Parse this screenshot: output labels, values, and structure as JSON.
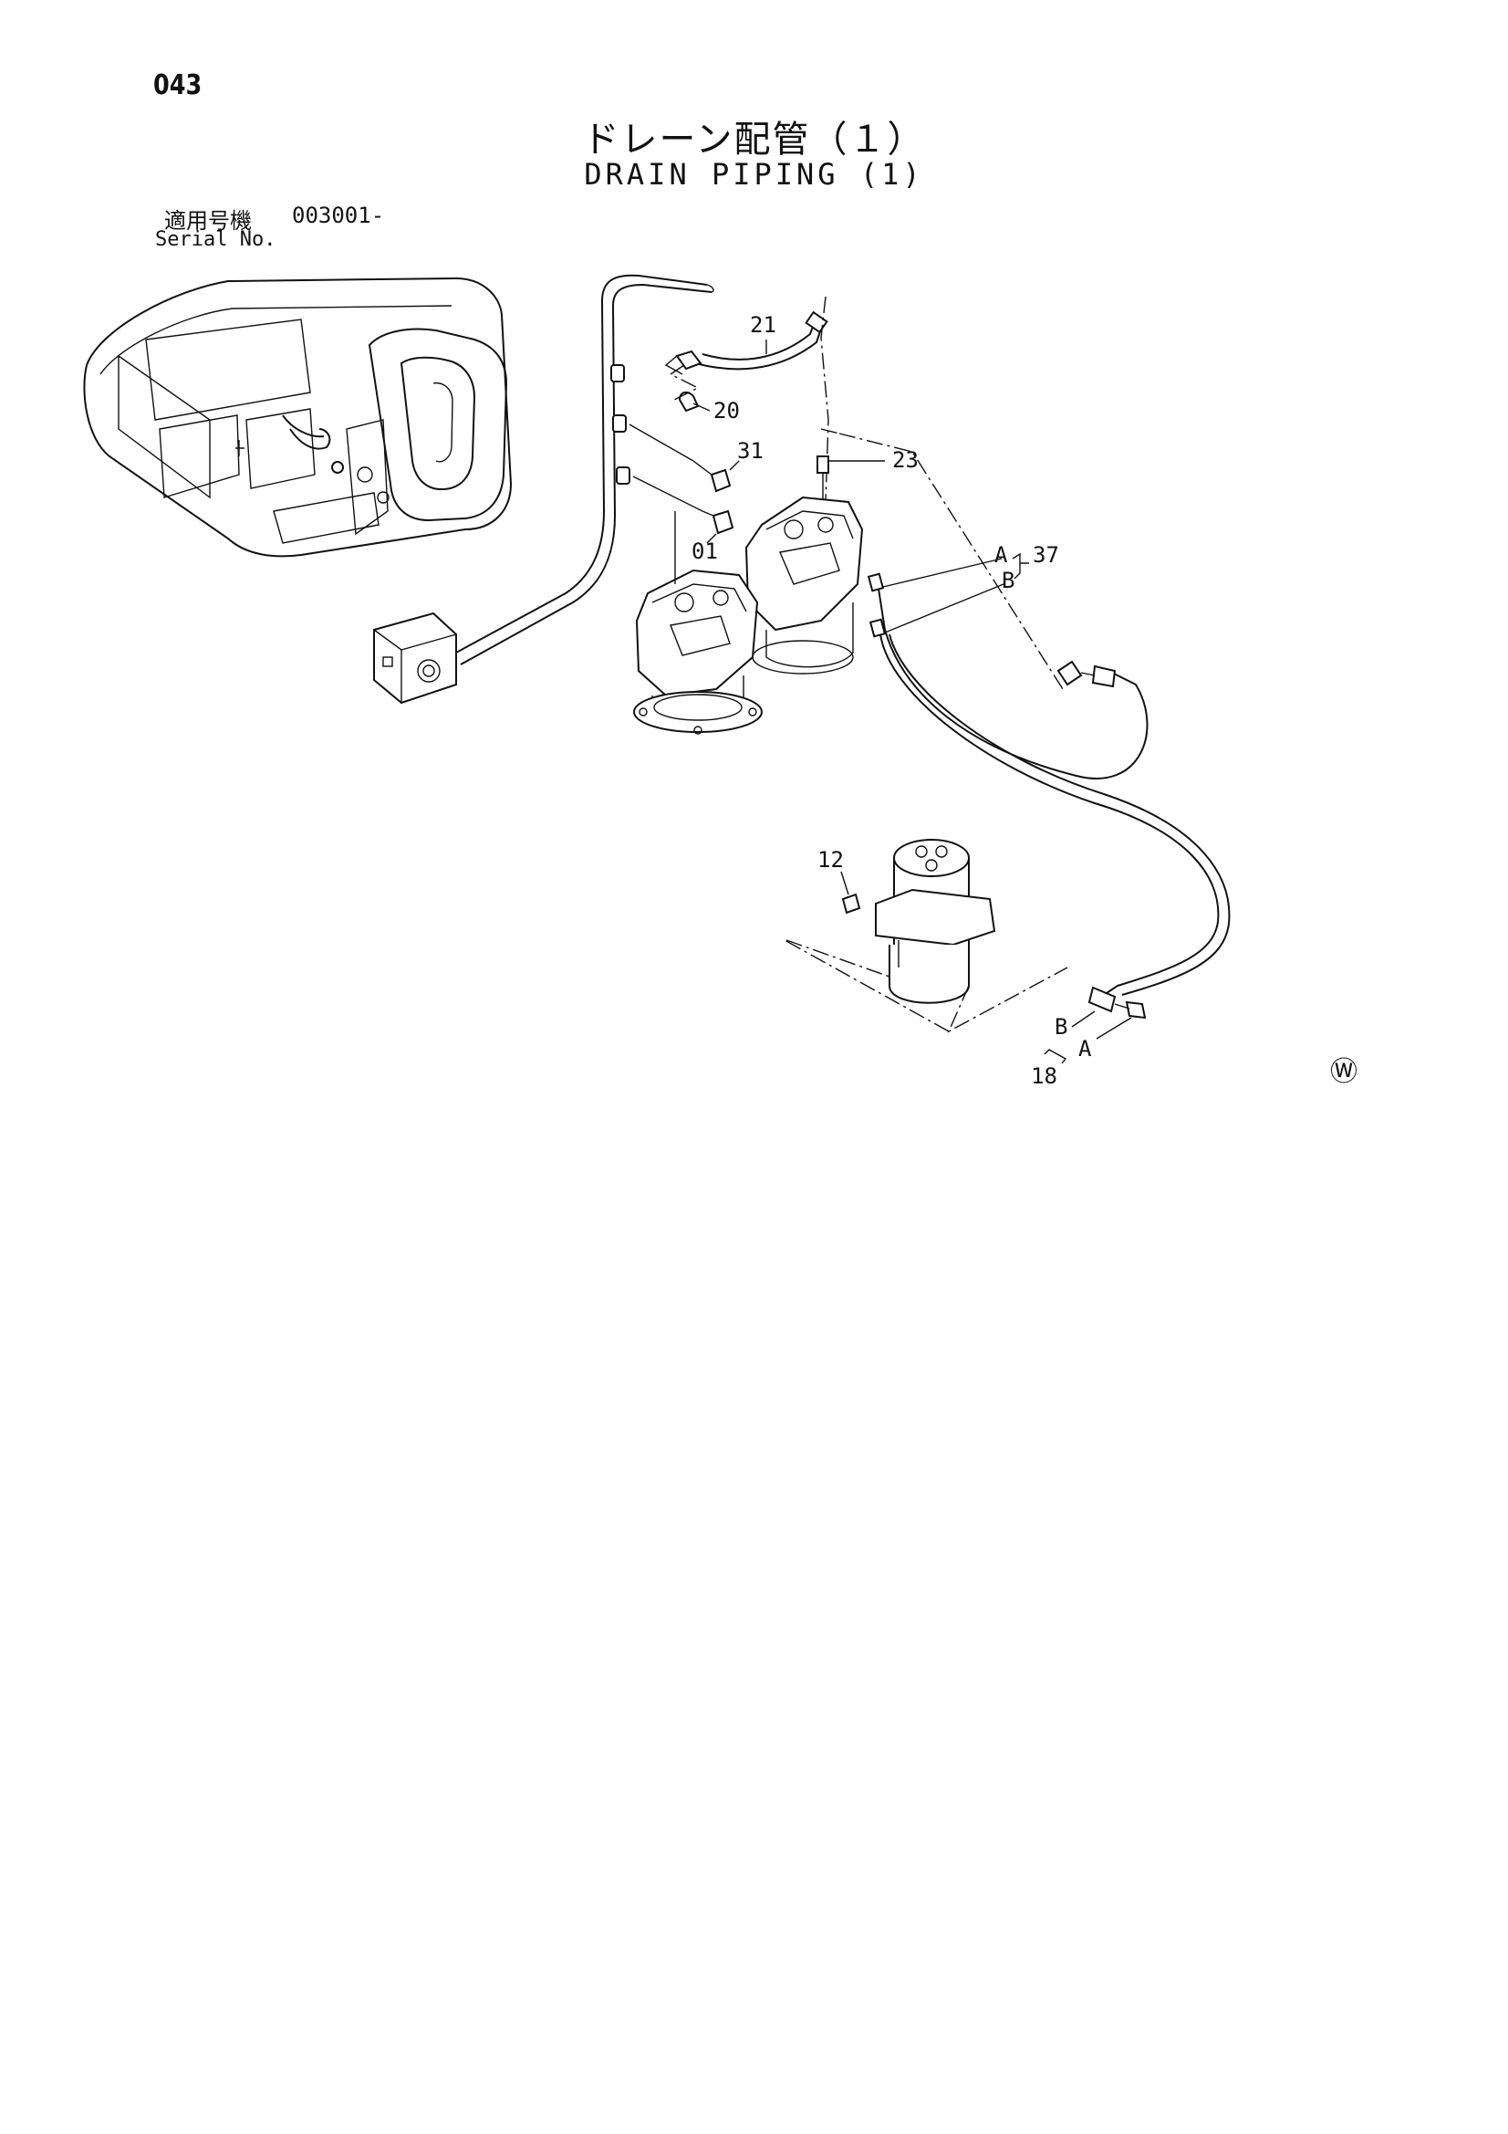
{
  "header": {
    "page_number": "043",
    "title_ja": "ドレーン配管（１）",
    "title_en": "DRAIN PIPING (1)",
    "serial_label_ja": "適用号機",
    "serial_value": "003001-",
    "serial_label_en": "Serial No."
  },
  "callouts": {
    "p21": "21",
    "p20": "20",
    "p31": "31",
    "p23": "23",
    "p01": "01",
    "p37": "37",
    "p37_a": "A",
    "p37_b": "B",
    "p12": "12",
    "p18": "18",
    "p18_a": "A",
    "p18_b": "B"
  },
  "footer": {
    "mark": "Ⓦ"
  }
}
